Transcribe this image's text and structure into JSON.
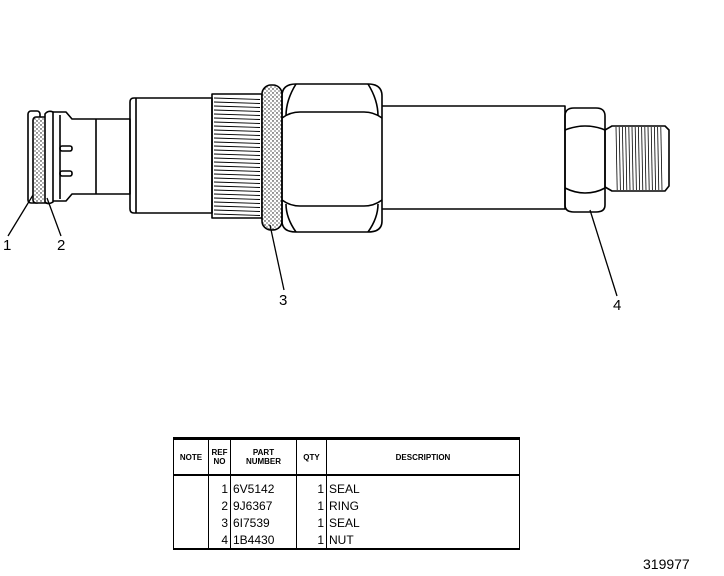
{
  "callouts": [
    "1",
    "2",
    "3",
    "4"
  ],
  "table": {
    "headers": {
      "note": "NOTE",
      "ref": [
        "REF",
        "NO"
      ],
      "part": [
        "PART",
        "NUMBER"
      ],
      "qty": "QTY",
      "description": "DESCRIPTION"
    },
    "rows": [
      {
        "note": "",
        "ref": "1",
        "part": "6V5142",
        "qty": "1",
        "description": "SEAL"
      },
      {
        "note": "",
        "ref": "2",
        "part": "9J6367",
        "qty": "1",
        "description": "RING"
      },
      {
        "note": "",
        "ref": "3",
        "part": "6I7539",
        "qty": "1",
        "description": "SEAL"
      },
      {
        "note": "",
        "ref": "4",
        "part": "1B4430",
        "qty": "1",
        "description": "NUT"
      }
    ]
  },
  "figure_number": "319977"
}
